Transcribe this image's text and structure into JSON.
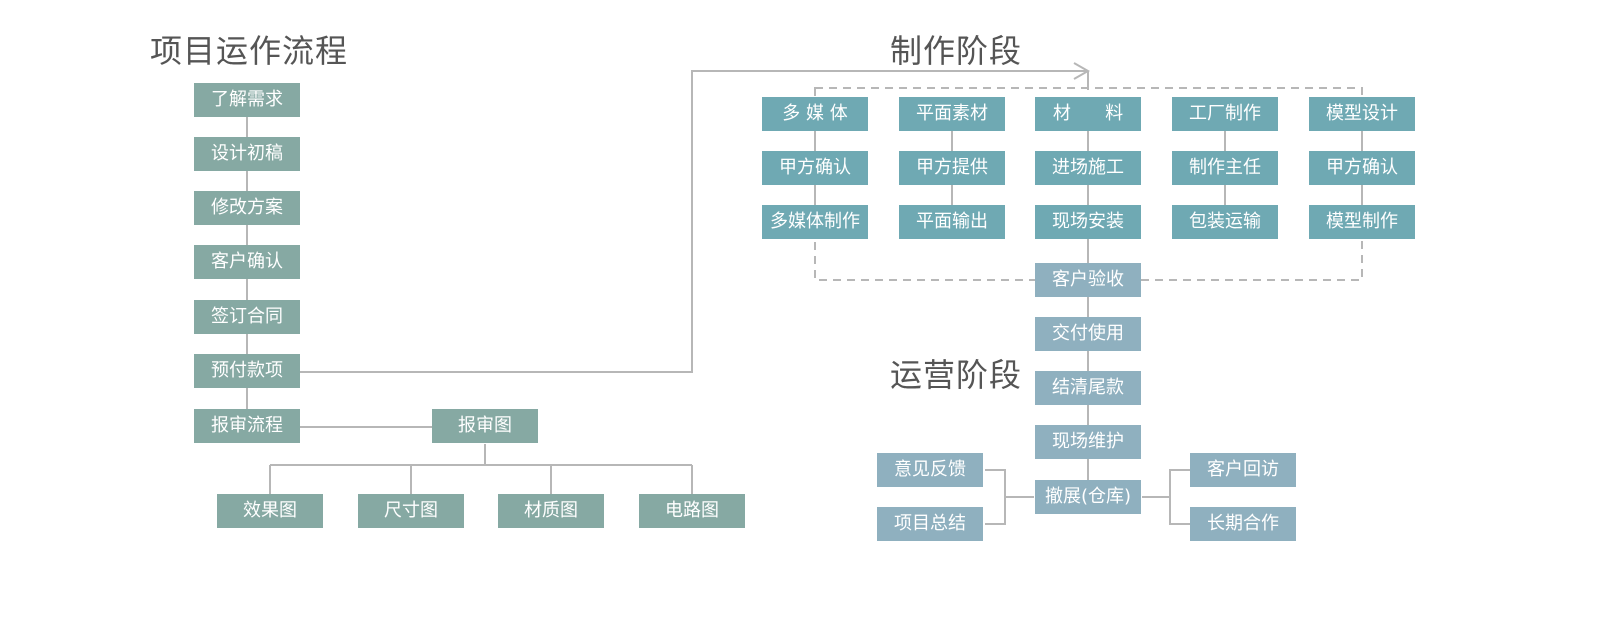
{
  "titles": {
    "flow": "项目运作流程",
    "production": "制作阶段",
    "operations": "运营阶段"
  },
  "flow_steps": [
    "了解需求",
    "设计初稿",
    "修改方案",
    "客户确认",
    "签订合同",
    "预付款项",
    "报审流程"
  ],
  "review": {
    "hub": "报审图",
    "children": [
      "效果图",
      "尺寸图",
      "材质图",
      "电路图"
    ]
  },
  "production": {
    "columns": [
      [
        "多 媒 体",
        "甲方确认",
        "多媒体制作"
      ],
      [
        "平面素材",
        "甲方提供",
        "平面输出"
      ],
      [
        "材      料",
        "进场施工",
        "现场安装"
      ],
      [
        "工厂制作",
        "制作主任",
        "包装运输"
      ],
      [
        "模型设计",
        "甲方确认",
        "模型制作"
      ]
    ],
    "acceptance": "客户验收"
  },
  "operations": {
    "chain": [
      "交付使用",
      "结清尾款",
      "现场维护",
      "撤展(仓库)"
    ],
    "left": [
      "意见反馈",
      "项目总结"
    ],
    "right": [
      "客户回访",
      "长期合作"
    ]
  },
  "colors": {
    "flow_box": "#86a9a3",
    "production_box": "#6fa9b3",
    "operations_box": "#8fb0bf",
    "connector": "#b7b7b7",
    "title": "#555555"
  }
}
